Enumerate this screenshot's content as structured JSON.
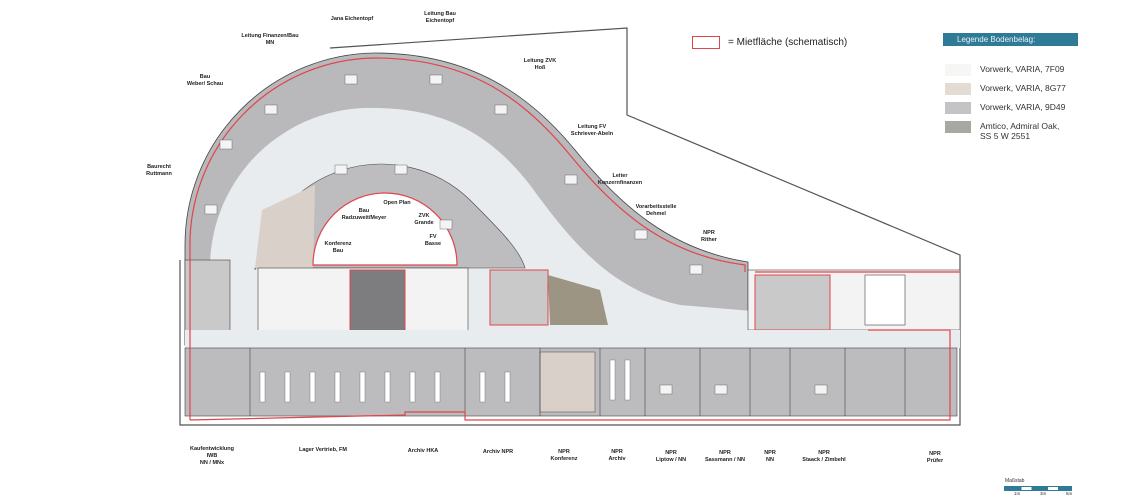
{
  "legend_rent": {
    "label": "= Mietfläche (schematisch)",
    "color": "#e0444c"
  },
  "legend_floor": {
    "title": "Legende Bodenbelag:",
    "items": [
      {
        "label": "Vorwerk, VARIA, 7F09",
        "color": "#f6f6f4"
      },
      {
        "label": "Vorwerk, VARIA, 8G77",
        "color": "#e2dcd5"
      },
      {
        "label": "Vorwerk, VARIA, 9D49",
        "color": "#c4c4c6"
      },
      {
        "label": "Amtico, Admiral Oak,\nSS 5 W 2551",
        "color": "#a9a7a1"
      }
    ]
  },
  "top_labels": [
    "Leitung Finanzen/Bau\nMN",
    "Jana Eichentopf",
    "Leitung Bau\nEichentopf",
    "Bau\nWeber/ Schau",
    "Leitung ZVK\nHoß",
    "Baurecht\nRuttmann",
    "Leitung FV\nSchriever-Abeln",
    "Leiter\nKonzernfinanzen",
    "Vorarbeitsstelle\nDehmel",
    "NPR\nRither"
  ],
  "inner_labels": [
    "Open Plan",
    "Bau\nRadzuweit/Meyer",
    "ZVK\nGrande",
    "FV\nBasse",
    "Konferenz\nBau"
  ],
  "bottom_labels": [
    "Kaufentwicklung\nIWB\nNN / MNx",
    "Lager Vertrieb, FM",
    "Archiv HKA",
    "Archiv NPR",
    "NPR\nKonferenz",
    "NPR\nArchiv",
    "NPR\nLiptow / NN",
    "NPR\nSassmann / NN",
    "NPR\nNN",
    "NPR\nStaack / Zimbehl",
    "NPR\nPrüfer"
  ],
  "scale": {
    "title": "Maßstab",
    "ticks": [
      "1m",
      "3m",
      "5m"
    ]
  }
}
